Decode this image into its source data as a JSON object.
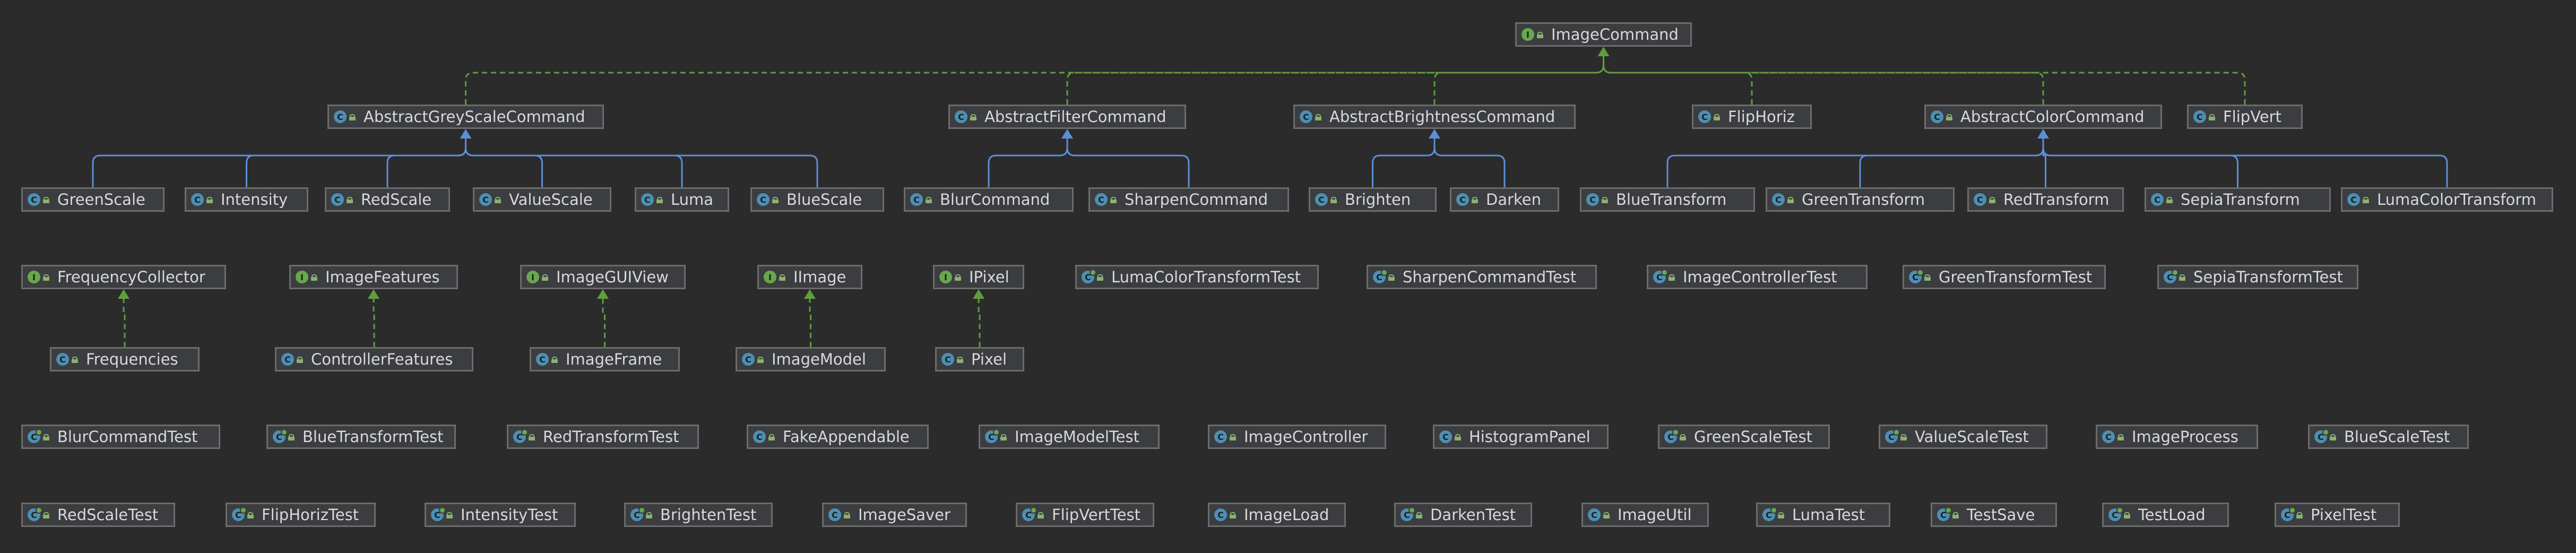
{
  "colors": {
    "background": "#2b2b2b",
    "node_fill": "#3b3d40",
    "node_border": "#6c6c6c",
    "text": "#d9d9d9",
    "interface_icon": "#68a84d",
    "class_icon": "#4d8fb4",
    "extends_edge": "#5c8fd6",
    "implements_edge": "#5f9e3f"
  },
  "nodes": [
    {
      "id": "ImageCommand",
      "label": "ImageCommand",
      "kind": "interface"
    },
    {
      "id": "AbstractGreyScaleCommand",
      "label": "AbstractGreyScaleCommand",
      "kind": "class"
    },
    {
      "id": "AbstractFilterCommand",
      "label": "AbstractFilterCommand",
      "kind": "class"
    },
    {
      "id": "AbstractBrightnessCommand",
      "label": "AbstractBrightnessCommand",
      "kind": "class"
    },
    {
      "id": "FlipHoriz",
      "label": "FlipHoriz",
      "kind": "class"
    },
    {
      "id": "AbstractColorCommand",
      "label": "AbstractColorCommand",
      "kind": "class"
    },
    {
      "id": "FlipVert",
      "label": "FlipVert",
      "kind": "class"
    },
    {
      "id": "GreenScale",
      "label": "GreenScale",
      "kind": "class"
    },
    {
      "id": "Intensity",
      "label": "Intensity",
      "kind": "class"
    },
    {
      "id": "RedScale",
      "label": "RedScale",
      "kind": "class"
    },
    {
      "id": "ValueScale",
      "label": "ValueScale",
      "kind": "class"
    },
    {
      "id": "Luma",
      "label": "Luma",
      "kind": "class"
    },
    {
      "id": "BlueScale",
      "label": "BlueScale",
      "kind": "class"
    },
    {
      "id": "BlurCommand",
      "label": "BlurCommand",
      "kind": "class"
    },
    {
      "id": "SharpenCommand",
      "label": "SharpenCommand",
      "kind": "class"
    },
    {
      "id": "Brighten",
      "label": "Brighten",
      "kind": "class"
    },
    {
      "id": "Darken",
      "label": "Darken",
      "kind": "class"
    },
    {
      "id": "BlueTransform",
      "label": "BlueTransform",
      "kind": "class"
    },
    {
      "id": "GreenTransform",
      "label": "GreenTransform",
      "kind": "class"
    },
    {
      "id": "RedTransform",
      "label": "RedTransform",
      "kind": "class"
    },
    {
      "id": "SepiaTransform",
      "label": "SepiaTransform",
      "kind": "class"
    },
    {
      "id": "LumaColorTransform",
      "label": "LumaColorTransform",
      "kind": "class"
    },
    {
      "id": "FrequencyCollector",
      "label": "FrequencyCollector",
      "kind": "interface"
    },
    {
      "id": "ImageFeatures",
      "label": "ImageFeatures",
      "kind": "interface"
    },
    {
      "id": "ImageGUIView",
      "label": "ImageGUIView",
      "kind": "interface"
    },
    {
      "id": "IImage",
      "label": "IImage",
      "kind": "interface"
    },
    {
      "id": "IPixel",
      "label": "IPixel",
      "kind": "interface"
    },
    {
      "id": "LumaColorTransformTest",
      "label": "LumaColorTransformTest",
      "kind": "test"
    },
    {
      "id": "SharpenCommandTest",
      "label": "SharpenCommandTest",
      "kind": "test"
    },
    {
      "id": "ImageControllerTest",
      "label": "ImageControllerTest",
      "kind": "test"
    },
    {
      "id": "GreenTransformTest",
      "label": "GreenTransformTest",
      "kind": "test"
    },
    {
      "id": "SepiaTransformTest",
      "label": "SepiaTransformTest",
      "kind": "test"
    },
    {
      "id": "Frequencies",
      "label": "Frequencies",
      "kind": "class"
    },
    {
      "id": "ControllerFeatures",
      "label": "ControllerFeatures",
      "kind": "class"
    },
    {
      "id": "ImageFrame",
      "label": "ImageFrame",
      "kind": "class"
    },
    {
      "id": "ImageModel",
      "label": "ImageModel",
      "kind": "class"
    },
    {
      "id": "Pixel",
      "label": "Pixel",
      "kind": "class"
    },
    {
      "id": "BlurCommandTest",
      "label": "BlurCommandTest",
      "kind": "test"
    },
    {
      "id": "BlueTransformTest",
      "label": "BlueTransformTest",
      "kind": "test"
    },
    {
      "id": "RedTransformTest",
      "label": "RedTransformTest",
      "kind": "test"
    },
    {
      "id": "FakeAppendable",
      "label": "FakeAppendable",
      "kind": "class"
    },
    {
      "id": "ImageModelTest",
      "label": "ImageModelTest",
      "kind": "test"
    },
    {
      "id": "ImageController",
      "label": "ImageController",
      "kind": "class"
    },
    {
      "id": "HistogramPanel",
      "label": "HistogramPanel",
      "kind": "class"
    },
    {
      "id": "GreenScaleTest",
      "label": "GreenScaleTest",
      "kind": "test"
    },
    {
      "id": "ValueScaleTest",
      "label": "ValueScaleTest",
      "kind": "test"
    },
    {
      "id": "ImageProcess",
      "label": "ImageProcess",
      "kind": "class"
    },
    {
      "id": "BlueScaleTest",
      "label": "BlueScaleTest",
      "kind": "test"
    },
    {
      "id": "RedScaleTest",
      "label": "RedScaleTest",
      "kind": "test"
    },
    {
      "id": "FlipHorizTest",
      "label": "FlipHorizTest",
      "kind": "test"
    },
    {
      "id": "IntensityTest",
      "label": "IntensityTest",
      "kind": "test"
    },
    {
      "id": "BrightenTest",
      "label": "BrightenTest",
      "kind": "test"
    },
    {
      "id": "ImageSaver",
      "label": "ImageSaver",
      "kind": "class"
    },
    {
      "id": "FlipVertTest",
      "label": "FlipVertTest",
      "kind": "test"
    },
    {
      "id": "ImageLoad",
      "label": "ImageLoad",
      "kind": "class"
    },
    {
      "id": "DarkenTest",
      "label": "DarkenTest",
      "kind": "test"
    },
    {
      "id": "ImageUtil",
      "label": "ImageUtil",
      "kind": "class"
    },
    {
      "id": "LumaTest",
      "label": "LumaTest",
      "kind": "test"
    },
    {
      "id": "TestSave",
      "label": "TestSave",
      "kind": "test"
    },
    {
      "id": "TestLoad",
      "label": "TestLoad",
      "kind": "test"
    },
    {
      "id": "PixelTest",
      "label": "PixelTest",
      "kind": "test"
    }
  ],
  "edges": [
    {
      "from": "AbstractGreyScaleCommand",
      "to": "ImageCommand",
      "type": "implements"
    },
    {
      "from": "AbstractFilterCommand",
      "to": "ImageCommand",
      "type": "implements"
    },
    {
      "from": "AbstractBrightnessCommand",
      "to": "ImageCommand",
      "type": "implements"
    },
    {
      "from": "FlipHoriz",
      "to": "ImageCommand",
      "type": "implements"
    },
    {
      "from": "AbstractColorCommand",
      "to": "ImageCommand",
      "type": "implements"
    },
    {
      "from": "FlipVert",
      "to": "ImageCommand",
      "type": "implements"
    },
    {
      "from": "GreenScale",
      "to": "AbstractGreyScaleCommand",
      "type": "extends"
    },
    {
      "from": "Intensity",
      "to": "AbstractGreyScaleCommand",
      "type": "extends"
    },
    {
      "from": "RedScale",
      "to": "AbstractGreyScaleCommand",
      "type": "extends"
    },
    {
      "from": "ValueScale",
      "to": "AbstractGreyScaleCommand",
      "type": "extends"
    },
    {
      "from": "Luma",
      "to": "AbstractGreyScaleCommand",
      "type": "extends"
    },
    {
      "from": "BlueScale",
      "to": "AbstractGreyScaleCommand",
      "type": "extends"
    },
    {
      "from": "BlurCommand",
      "to": "AbstractFilterCommand",
      "type": "extends"
    },
    {
      "from": "SharpenCommand",
      "to": "AbstractFilterCommand",
      "type": "extends"
    },
    {
      "from": "Brighten",
      "to": "AbstractBrightnessCommand",
      "type": "extends"
    },
    {
      "from": "Darken",
      "to": "AbstractBrightnessCommand",
      "type": "extends"
    },
    {
      "from": "BlueTransform",
      "to": "AbstractColorCommand",
      "type": "extends"
    },
    {
      "from": "GreenTransform",
      "to": "AbstractColorCommand",
      "type": "extends"
    },
    {
      "from": "RedTransform",
      "to": "AbstractColorCommand",
      "type": "extends"
    },
    {
      "from": "SepiaTransform",
      "to": "AbstractColorCommand",
      "type": "extends"
    },
    {
      "from": "LumaColorTransform",
      "to": "AbstractColorCommand",
      "type": "extends"
    },
    {
      "from": "Frequencies",
      "to": "FrequencyCollector",
      "type": "implements"
    },
    {
      "from": "ControllerFeatures",
      "to": "ImageFeatures",
      "type": "implements"
    },
    {
      "from": "ImageFrame",
      "to": "ImageGUIView",
      "type": "implements"
    },
    {
      "from": "ImageModel",
      "to": "IImage",
      "type": "implements"
    },
    {
      "from": "Pixel",
      "to": "IPixel",
      "type": "implements"
    }
  ]
}
